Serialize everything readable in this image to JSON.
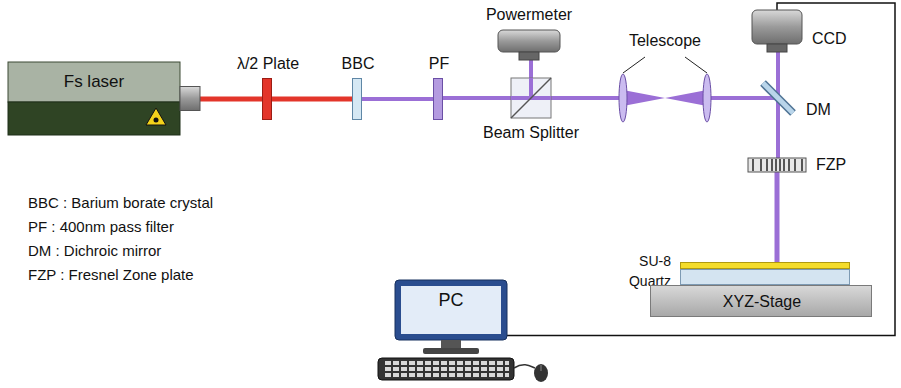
{
  "diagram": {
    "nodes": [
      {
        "text": [
          "Fs laser"
        ]
      },
      {
        "text": [
          "λ/2 Plate"
        ]
      },
      {
        "text": [
          "BBC"
        ]
      },
      {
        "text": [
          "PF"
        ]
      },
      {
        "text": [
          "Powermeter"
        ]
      },
      {
        "text": [
          "Beam Splitter"
        ]
      },
      {
        "text": [
          "Telescope"
        ]
      },
      {
        "text": [
          "CCD"
        ]
      },
      {
        "text": [
          "DM"
        ]
      },
      {
        "text": [
          "FZP"
        ]
      },
      {
        "text": [
          "SU-8"
        ]
      },
      {
        "text": [
          "Quartz"
        ]
      },
      {
        "text": [
          "XYZ-Stage"
        ]
      },
      {
        "text": [
          "PC"
        ]
      }
    ],
    "edges": [
      {
        "from": 0,
        "to": 1,
        "arrow": "none"
      },
      {
        "from": 1,
        "to": 2,
        "arrow": "none"
      },
      {
        "from": 2,
        "to": 3,
        "arrow": "none"
      },
      {
        "from": 3,
        "to": 5,
        "arrow": "none"
      },
      {
        "from": 5,
        "to": 4,
        "arrow": "none"
      },
      {
        "from": 5,
        "to": 6,
        "arrow": "none"
      },
      {
        "from": 6,
        "to": 8,
        "arrow": "none"
      },
      {
        "from": 8,
        "to": 7,
        "arrow": "none"
      },
      {
        "from": 8,
        "to": 9,
        "arrow": "none"
      },
      {
        "from": 9,
        "to": 10,
        "arrow": "none"
      },
      {
        "from": 7,
        "to": 13,
        "arrow": "none"
      }
    ],
    "labels": [
      "BBC : Barium borate crystal",
      "PF : 400nm pass filter",
      "DM : Dichroic mirror",
      "FZP : Fresnel Zone plate"
    ]
  }
}
